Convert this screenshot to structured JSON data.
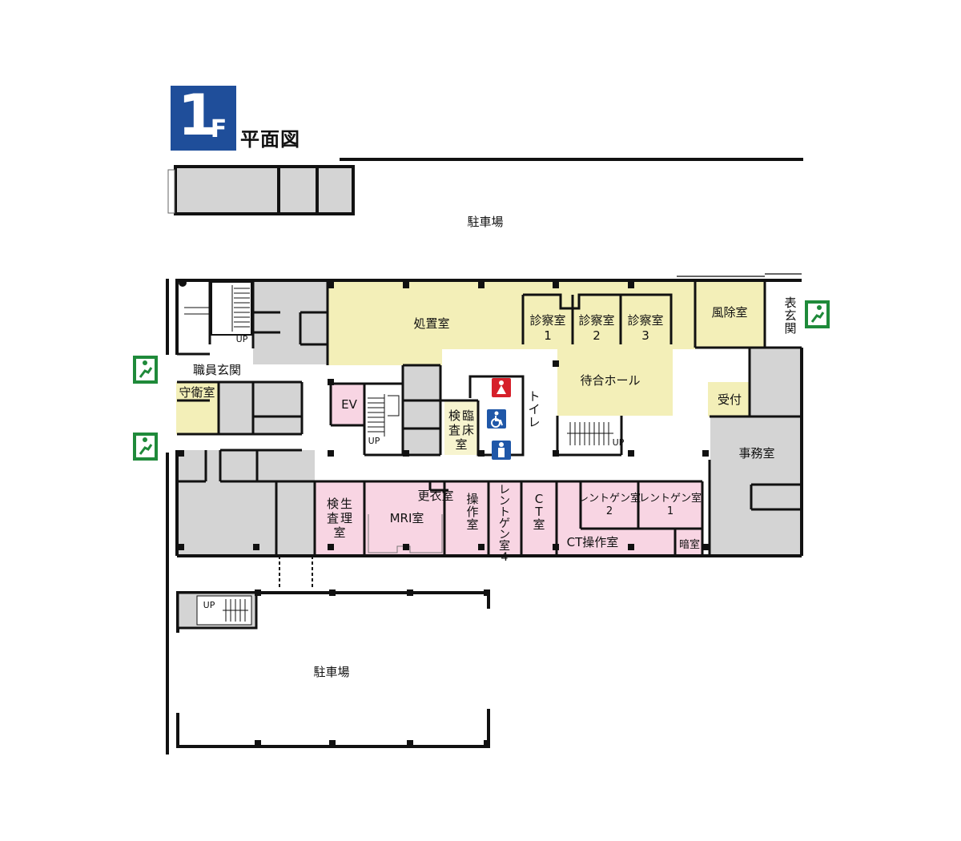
{
  "floor": {
    "number": "1",
    "suffix": "F",
    "title": "平面図"
  },
  "rooms": {
    "parking_top": "駐車場",
    "parking_bottom": "駐車場",
    "staff_entrance": "職員玄関",
    "guard_room": "守衛室",
    "treatment_room": "処置室",
    "exam_room_label": "診察室",
    "exam_1": "1",
    "exam_2": "2",
    "exam_3": "3",
    "windbreak_room": "風除室",
    "main_entrance": "表玄関",
    "waiting_hall": "待合ホール",
    "reception": "受付",
    "office": "事務室",
    "ev": "EV",
    "clinical_lab": "臨床検査室",
    "toilet": "トイレ",
    "bio_lab": "生理検査室",
    "mri": "MRI室",
    "changing_room": "更衣室",
    "operation_room": "操作室",
    "xray_4": "レントゲン室4",
    "ct_room": "CT室",
    "xray_2": "レントゲン室2",
    "xray_1": "レントゲン室1",
    "ct_operation": "CT操作室",
    "dark_room": "暗室",
    "stairs_up": "UP"
  },
  "icons": {
    "emergency_exit": "emergency-exit-icon",
    "female_toilet": "female-toilet-icon",
    "male_toilet": "male-toilet-icon",
    "accessible_toilet": "wheelchair-icon"
  },
  "colors": {
    "clinic_yellow": "#f3efb8",
    "imaging_pink": "#f8d5e3",
    "service_gray": "#d4d4d4",
    "exit_green": "#1f8a3a",
    "badge_blue": "#1f4e9a",
    "female_red": "#d6202a",
    "male_blue": "#1f57a8"
  }
}
